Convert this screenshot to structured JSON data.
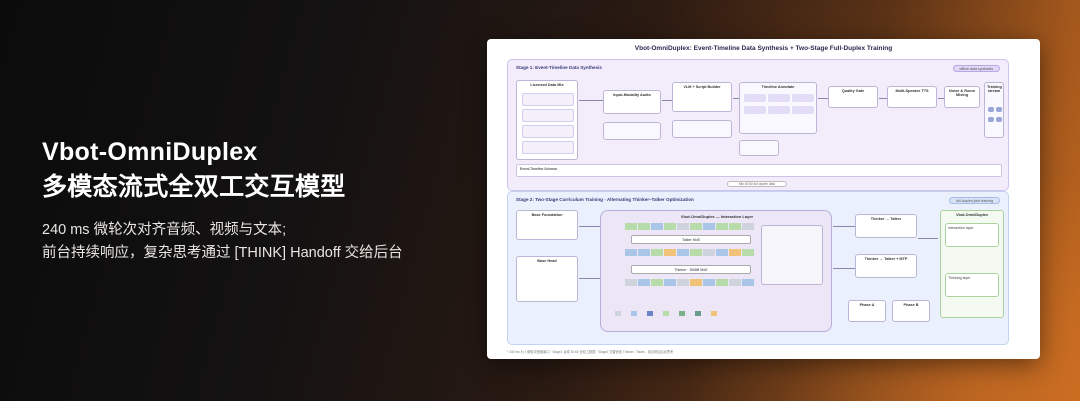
{
  "hero": {
    "title_line1": "Vbot-OmniDuplex",
    "title_line2": "多模态流式全双工交互模型",
    "subtitle_line1": "240 ms 微轮次对齐音频、视频与文本;",
    "subtitle_line2": "前台持续响应，复杂思考通过 [THINK] Handoff 交给后台"
  },
  "figure": {
    "title": "Vbot-OmniDuplex: Event-Timeline Data Synthesis + Two-Stage Full-Duplex Training",
    "stage1": {
      "label": "Stage 1: Event-Timeline Data Synthesis",
      "pill": "offline data synthesis",
      "boxes": [
        {
          "title": "Licensed Data Mix"
        },
        {
          "title": "Input-Modality Audio"
        },
        {
          "title": "VLM + Script Builder"
        },
        {
          "title": "Timeline Annotate"
        },
        {
          "title": "Quality Gate"
        },
        {
          "title": "Multi-Speaker TTS"
        },
        {
          "title": "Noise & Room Mixing"
        },
        {
          "title": "Training stream"
        }
      ],
      "timeline_label": "Event-Timeline Schema"
    },
    "between_label": "Mix 40:60 full duplex data",
    "stage2": {
      "label": "Stage 2: Two-Stage Curriculum Training · Alternating Thinker–Talker Optimization",
      "pill": "full-duplex joint training",
      "left_boxes": [
        {
          "title": "Base Foundation"
        },
        {
          "title": "Base Head"
        }
      ],
      "center_title": "Vbot-OmniDuplex — Interaction Layer",
      "talker_label": "Talker MoE",
      "thinker_label": "Thinker · 3B/8B MoE",
      "right_boxes": [
        {
          "title": "Thinker → Talker"
        },
        {
          "title": "Thinker → Talker + MTP"
        },
        {
          "title": "Phase A"
        },
        {
          "title": "Phase B"
        }
      ],
      "out_panel": {
        "title": "Vbot-OmniDuplex",
        "items": [
          "Interaction layer",
          "Thinking layer"
        ]
      }
    },
    "footer": "* 240 ms 为 1 微轮次音频窗口 · Stage1 合成 40:60 全双工数据 · Stage2 交替优化 Thinker / Talker，前台响应后台思考"
  }
}
